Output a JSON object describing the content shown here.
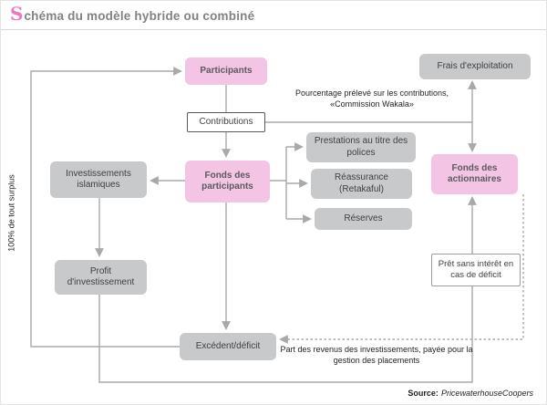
{
  "title": {
    "initial": "S",
    "rest": "chéma du modèle hybride ou combiné"
  },
  "boxes": {
    "participants": {
      "label": "Participants"
    },
    "frais": {
      "label": "Frais d'exploitation"
    },
    "contributions": {
      "label": "Contributions"
    },
    "fonds_participants": {
      "label": "Fonds des participants"
    },
    "investissements": {
      "label": "Investissements islamiques"
    },
    "prestations": {
      "label": "Prestations au titre des polices"
    },
    "reassurance": {
      "label": "Réassurance (Retakaful)"
    },
    "reserves": {
      "label": "Réserves"
    },
    "fonds_actionnaires": {
      "label": "Fonds des actionnaires"
    },
    "profit": {
      "label": "Profit d'investissement"
    },
    "pret": {
      "label": "Prêt sans intérêt en cas de déficit"
    },
    "excedent": {
      "label": "Excédent/déficit"
    }
  },
  "annotations": {
    "wakala": "Pourcentage prélevé sur les contributions, «Commission Wakala»",
    "part_revenus": "Part des revenus des investissements, payée pour la gestion des placements",
    "surplus": "100% de tout surplus",
    "source_label": "Source:",
    "source_value": "PricewaterhouseCoopers"
  },
  "colors": {
    "pink_box": "#f3c4e3",
    "gray_box": "#c8c9cb",
    "line": "#a9a9a9",
    "title_gray": "#808285",
    "title_accent": "#e77bc1"
  }
}
